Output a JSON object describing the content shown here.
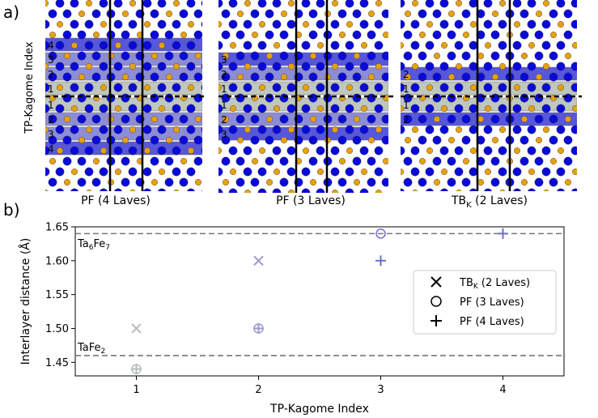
{
  "panel_labels": {
    "a": "a)",
    "b": "b)"
  },
  "structures": {
    "ylabel": "TP-Kagome Index",
    "panels": [
      {
        "name": "pf4",
        "caption": "PF (4 Laves)",
        "layers_above": [
          "4",
          "3",
          "2",
          "1"
        ],
        "layers_below": [
          "1",
          "2",
          "3",
          "4"
        ]
      },
      {
        "name": "pf3",
        "caption": "PF (3 Laves)",
        "layers_above": [
          "3",
          "2",
          "1"
        ],
        "layers_below": [
          "1",
          "2",
          "3"
        ]
      },
      {
        "name": "tbk2",
        "caption_main": "TB",
        "caption_sub": "K",
        "caption_rest": " (2 Laves)",
        "layers_above": [
          "2",
          "1"
        ],
        "layers_below": [
          "1",
          "2"
        ]
      }
    ],
    "colors": {
      "blue_atom": "#0a0ad8",
      "orange_atom": "#e8a010",
      "blue_band": "#3a3ad6",
      "mid_band": "#7a7ad0",
      "grey_band": "#b4beb4"
    }
  },
  "chart_data": {
    "type": "scatter",
    "xlabel": "TP-Kagome Index",
    "ylabel": "Interlayer distance (Å)",
    "xlim": [
      0.5,
      4.5
    ],
    "ylim": [
      1.43,
      1.65
    ],
    "xticks": [
      1,
      2,
      3,
      4
    ],
    "xtick_labels": [
      "1",
      "2",
      "3",
      "4"
    ],
    "yticks": [
      1.45,
      1.5,
      1.55,
      1.6,
      1.65
    ],
    "ytick_labels": [
      "1.45",
      "1.50",
      "1.55",
      "1.60",
      "1.65"
    ],
    "reference_lines": [
      {
        "y": 1.64,
        "label_main": "Ta",
        "label_sub1": "6",
        "label_mid": "Fe",
        "label_sub2": "7"
      },
      {
        "y": 1.46,
        "label_main": "TaFe",
        "label_sub1": "2",
        "label_mid": "",
        "label_sub2": ""
      }
    ],
    "legend": {
      "position": "center-right",
      "entries": [
        {
          "marker": "x",
          "main": "TB",
          "sub": "K",
          "rest": " (2 Laves)"
        },
        {
          "marker": "o",
          "main": "PF (3 Laves)",
          "sub": "",
          "rest": ""
        },
        {
          "marker": "+",
          "main": "PF (4 Laves)",
          "sub": "",
          "rest": ""
        }
      ]
    },
    "series": [
      {
        "marker": "x",
        "points": [
          {
            "x": 1,
            "y": 1.5,
            "color": "#b4beb4"
          },
          {
            "x": 2,
            "y": 1.6,
            "color": "#9a9ad2"
          }
        ]
      },
      {
        "marker": "o",
        "points": [
          {
            "x": 1,
            "y": 1.44,
            "color": "#b4beb4"
          },
          {
            "x": 2,
            "y": 1.5,
            "color": "#9a9ad2"
          },
          {
            "x": 3,
            "y": 1.64,
            "color": "#6e6ecc"
          }
        ]
      },
      {
        "marker": "+",
        "points": [
          {
            "x": 1,
            "y": 1.44,
            "color": "#b4beb4"
          },
          {
            "x": 2,
            "y": 1.5,
            "color": "#9a9ad2"
          },
          {
            "x": 3,
            "y": 1.6,
            "color": "#6e6ecc"
          },
          {
            "x": 4,
            "y": 1.64,
            "color": "#6e6ecc"
          }
        ]
      }
    ]
  }
}
